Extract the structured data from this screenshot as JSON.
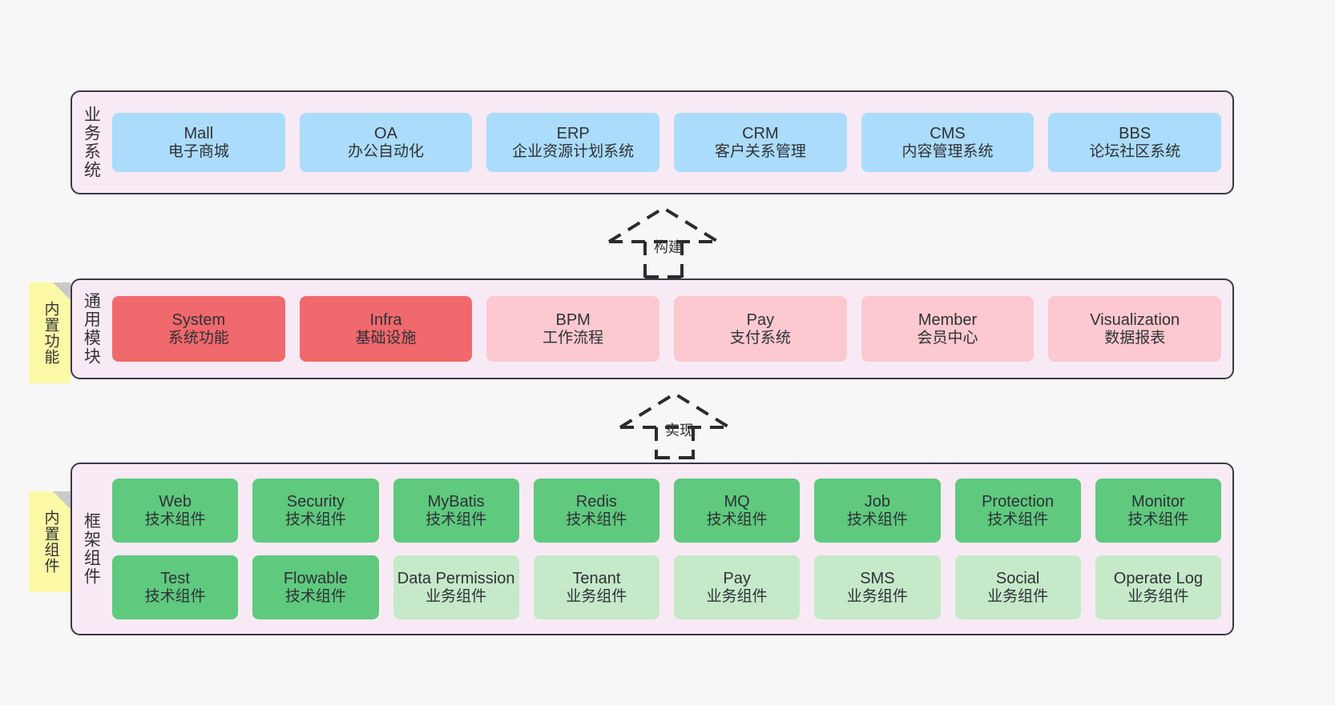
{
  "layers": [
    {
      "id": "business",
      "title": "业务系统",
      "rows": [
        [
          {
            "en": "Mall",
            "cn": "电子商城",
            "fill": "blue"
          },
          {
            "en": "OA",
            "cn": "办公自动化",
            "fill": "blue"
          },
          {
            "en": "ERP",
            "cn": "企业资源计划系统",
            "fill": "blue"
          },
          {
            "en": "CRM",
            "cn": "客户关系管理",
            "fill": "blue"
          },
          {
            "en": "CMS",
            "cn": "内容管理系统",
            "fill": "blue"
          },
          {
            "en": "BBS",
            "cn": "论坛社区系统",
            "fill": "blue"
          }
        ]
      ]
    },
    {
      "id": "common",
      "title": "通用模块",
      "rows": [
        [
          {
            "en": "System",
            "cn": "系统功能",
            "fill": "red"
          },
          {
            "en": "Infra",
            "cn": "基础设施",
            "fill": "red"
          },
          {
            "en": "BPM",
            "cn": "工作流程",
            "fill": "pink"
          },
          {
            "en": "Pay",
            "cn": "支付系统",
            "fill": "pink"
          },
          {
            "en": "Member",
            "cn": "会员中心",
            "fill": "pink"
          },
          {
            "en": "Visualization",
            "cn": "数据报表",
            "fill": "pink"
          }
        ]
      ]
    },
    {
      "id": "frame",
      "title": "框架组件",
      "rows": [
        [
          {
            "en": "Web",
            "cn": "技术组件",
            "fill": "green"
          },
          {
            "en": "Security",
            "cn": "技术组件",
            "fill": "green"
          },
          {
            "en": "MyBatis",
            "cn": "技术组件",
            "fill": "green"
          },
          {
            "en": "Redis",
            "cn": "技术组件",
            "fill": "green"
          },
          {
            "en": "MQ",
            "cn": "技术组件",
            "fill": "green"
          },
          {
            "en": "Job",
            "cn": "技术组件",
            "fill": "green"
          },
          {
            "en": "Protection",
            "cn": "技术组件",
            "fill": "green"
          },
          {
            "en": "Monitor",
            "cn": "技术组件",
            "fill": "green"
          }
        ],
        [
          {
            "en": "Test",
            "cn": "技术组件",
            "fill": "green"
          },
          {
            "en": "Flowable",
            "cn": "技术组件",
            "fill": "green"
          },
          {
            "en": "Data Permission",
            "cn": "业务组件",
            "fill": "lightgreen"
          },
          {
            "en": "Tenant",
            "cn": "业务组件",
            "fill": "lightgreen"
          },
          {
            "en": "Pay",
            "cn": "业务组件",
            "fill": "lightgreen"
          },
          {
            "en": "SMS",
            "cn": "业务组件",
            "fill": "lightgreen"
          },
          {
            "en": "Social",
            "cn": "业务组件",
            "fill": "lightgreen"
          },
          {
            "en": "Operate Log",
            "cn": "业务组件",
            "fill": "lightgreen"
          }
        ]
      ]
    }
  ],
  "sticky_notes": [
    {
      "id": "common",
      "label": "内置功能"
    },
    {
      "id": "frame",
      "label": "内置组件"
    }
  ],
  "connectors": [
    {
      "id": "build",
      "label": "构建"
    },
    {
      "id": "impl",
      "label": "实现"
    }
  ],
  "colors": {
    "page_background": "#f7f7f7",
    "layer_fill": "#f8eaf4",
    "layer_border": "#3a3a44",
    "blue": "#abdcfb",
    "red": "#f0696d",
    "pink": "#fbc9cf",
    "green": "#5fc97e",
    "lightgreen": "#c5e9c9",
    "sticky": "#fbf9a6",
    "sticky_fold": "#c9c9c9",
    "connector": "#2b2b2b"
  }
}
